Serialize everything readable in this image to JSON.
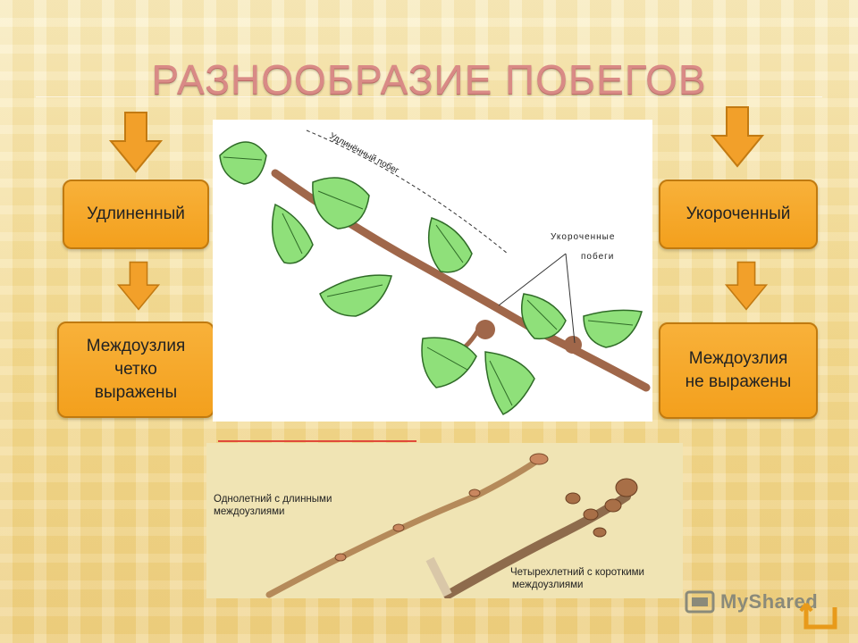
{
  "slide": {
    "title": "РАЗНООБРАЗИЕ ПОБЕГОВ",
    "left": {
      "type_label": "Удлиненный",
      "internode_label_lines": [
        "Междоузлия",
        "четко",
        "выражены"
      ]
    },
    "right": {
      "type_label": "Укороченный",
      "internode_label_lines": [
        "Междоузлия",
        "не выражены"
      ]
    },
    "diagram_top": {
      "label_elongated": "Удлинённый побег",
      "label_shortened_line1": "Укороченные",
      "label_shortened_line2": "побеги"
    },
    "diagram_bottom": {
      "caption1_line1": "Однолетний с длинными",
      "caption1_line2": "междоузлиями",
      "caption2_line1": "Четырехлетний с короткими",
      "caption2_line2": "междоузлиями"
    },
    "watermark": "MyShared"
  },
  "colors": {
    "box_fill": "#f5a623",
    "arrow_fill": "#f2a02a",
    "title": "#d98a86",
    "leaf": "#8fe07a",
    "branch": "#a0674a"
  },
  "icons": [
    "down-arrow-icon",
    "myshared-logo-icon",
    "return-icon"
  ]
}
